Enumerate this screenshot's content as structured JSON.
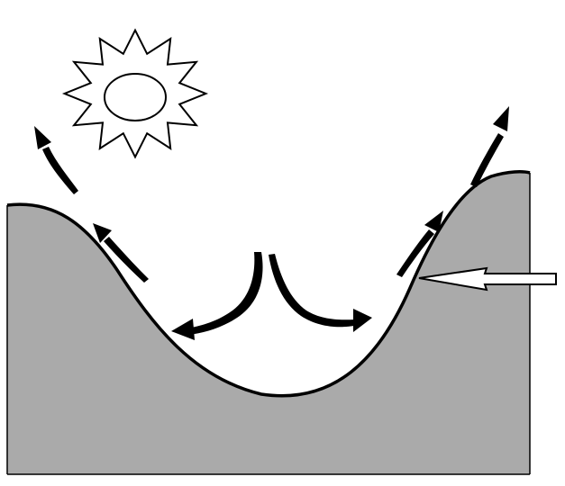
{
  "diagram": {
    "elements": [
      {
        "name": "sun-icon",
        "kind": "sun"
      },
      {
        "name": "valley-terrain",
        "kind": "terrain"
      },
      {
        "name": "downslope-wind-arrow-left",
        "kind": "flow-arrow",
        "direction": "down-left"
      },
      {
        "name": "downslope-wind-arrow-right",
        "kind": "flow-arrow",
        "direction": "down-right"
      },
      {
        "name": "upslope-wind-arrow-left-lower",
        "kind": "flow-arrow",
        "direction": "up-left"
      },
      {
        "name": "upslope-wind-arrow-left-upper",
        "kind": "flow-arrow",
        "direction": "up-left"
      },
      {
        "name": "upslope-wind-arrow-right-lower",
        "kind": "flow-arrow",
        "direction": "up-right"
      },
      {
        "name": "upslope-wind-arrow-right-upper",
        "kind": "flow-arrow",
        "direction": "up-right"
      },
      {
        "name": "pointer-arrow",
        "kind": "outline-arrow",
        "direction": "left"
      }
    ],
    "colors": {
      "terrain_fill": "#aaaaaa",
      "outline": "#000000",
      "background": "#ffffff",
      "sun_fill": "#ffffff"
    }
  }
}
